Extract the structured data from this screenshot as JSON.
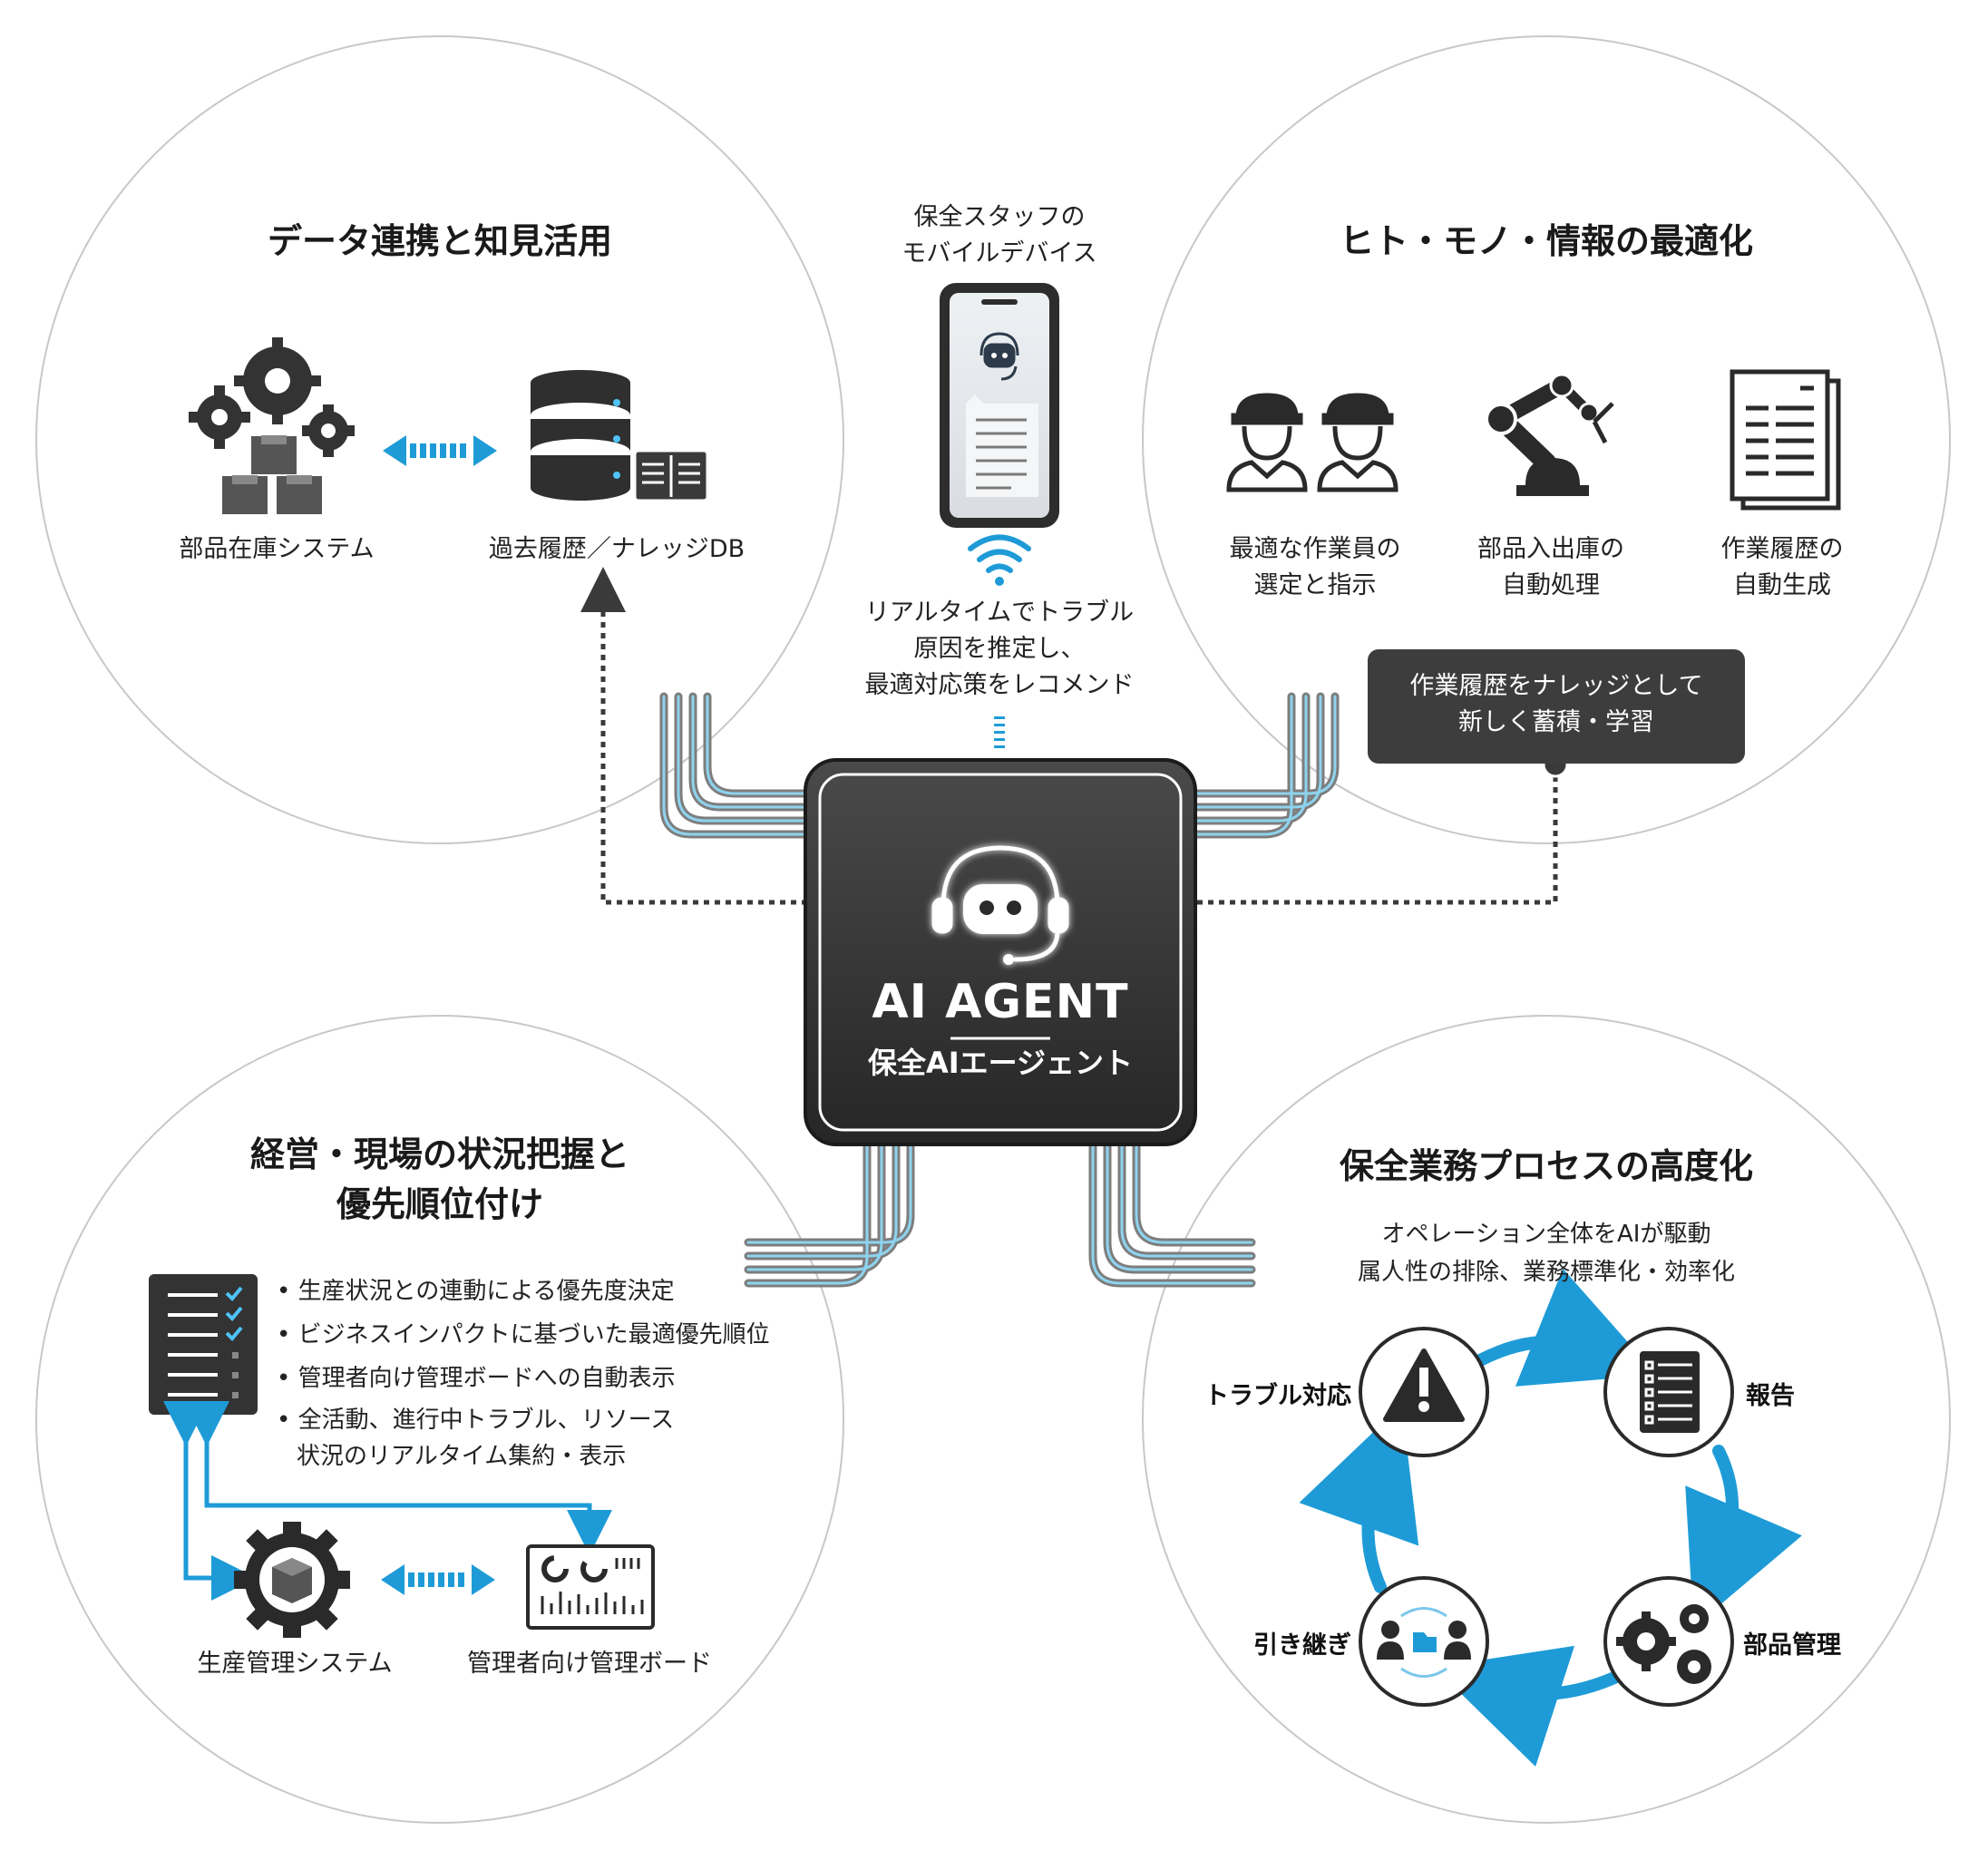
{
  "central_agent": {
    "title": "AI AGENT",
    "subtitle": "保全AIエージェント"
  },
  "mobile": {
    "caption": [
      "保全スタッフの",
      "モバイルデバイス"
    ],
    "description": [
      "リアルタイムでトラブル",
      "原因を推定し、",
      "最適対応策をレコメンド"
    ]
  },
  "top_left": {
    "title": "データ連携と知見活用",
    "left_label": "部品在庫システム",
    "right_label": "過去履歴／ナレッジDB"
  },
  "top_right": {
    "title": "ヒト・モノ・情報の最適化",
    "items": [
      {
        "label": [
          "最適な作業員の",
          "選定と指示"
        ],
        "icon": "workers-icon"
      },
      {
        "label": [
          "部品入出庫の",
          "自動処理"
        ],
        "icon": "robot-arm-icon"
      },
      {
        "label": [
          "作業履歴の",
          "自動生成"
        ],
        "icon": "document-icon"
      }
    ],
    "note": [
      "作業履歴をナレッジとして",
      "新しく蓄積・学習"
    ]
  },
  "bottom_left": {
    "title": [
      "経営・現場の状況把握と",
      "優先順位付け"
    ],
    "bullets": [
      "生産状況との連動による優先度決定",
      "ビジネスインパクトに基づいた最適優先順位",
      "管理者向け管理ボードへの自動表示",
      "全活動、進行中トラブル、リソース"
    ],
    "bullet_continuation": "状況のリアルタイム集約・表示",
    "left_label": "生産管理システム",
    "right_label": "管理者向け管理ボード"
  },
  "bottom_right": {
    "title": "保全業務プロセスの高度化",
    "description": [
      "オペレーション全体をAIが駆動",
      "属人性の排除、業務標準化・効率化"
    ],
    "cycle": [
      "トラブル対応",
      "報告",
      "部品管理",
      "引き継ぎ"
    ]
  },
  "colors": {
    "accent": "#1e9bd7",
    "dark": "#3a3a3a",
    "circle_border": "#c8c8c8"
  }
}
